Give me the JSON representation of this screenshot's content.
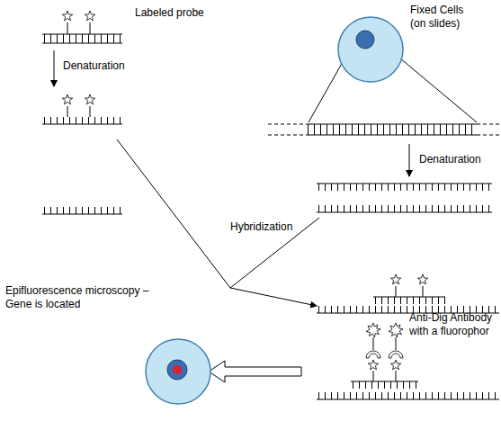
{
  "diagram": {
    "labels": [
      "Labeled probe",
      "Denaturation",
      "Fixed Cells (on slides)",
      "Denaturation",
      "Hybridization",
      "Epifluorescence microscopy – Gene is located",
      "Anti-Dig Antibody with a fluorophor"
    ]
  }
}
